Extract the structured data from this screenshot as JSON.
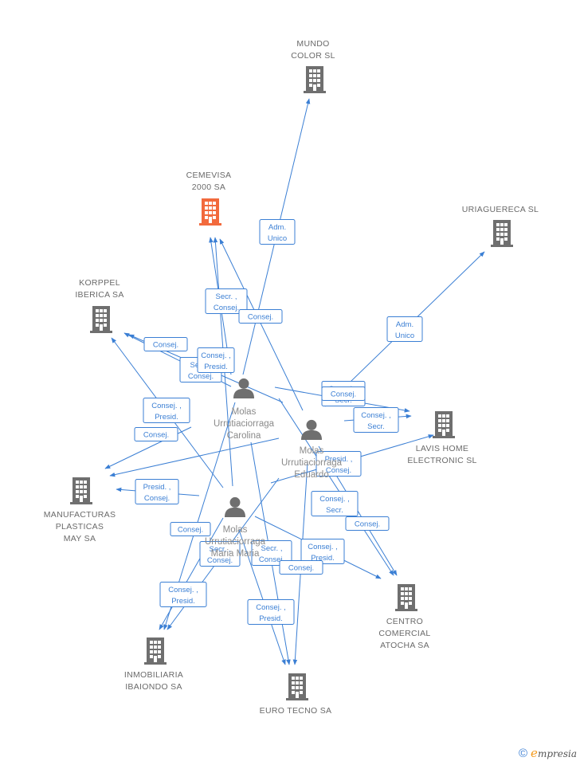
{
  "colors": {
    "edge": "#3b7fd4",
    "company": "#6f6f6f",
    "highlight": "#f26a3d",
    "person": "#6f6f6f"
  },
  "companies": [
    {
      "id": "mundo",
      "label": [
        "MUNDO",
        "COLOR SL"
      ],
      "highlight": false
    },
    {
      "id": "cemevisa",
      "label": [
        "CEMEVISA",
        "2000 SA"
      ],
      "highlight": true
    },
    {
      "id": "uriaguereca",
      "label": [
        "URIAGUERECA SL"
      ],
      "highlight": false
    },
    {
      "id": "korppel",
      "label": [
        "KORPPEL",
        "IBERICA SA"
      ],
      "highlight": false
    },
    {
      "id": "lavis",
      "label": [
        "LAVIS HOME",
        "ELECTRONIC SL"
      ],
      "highlight": false
    },
    {
      "id": "manufacturas",
      "label": [
        "MANUFACTURAS",
        "PLASTICAS",
        "MAY SA"
      ],
      "highlight": false
    },
    {
      "id": "centro",
      "label": [
        "CENTRO",
        "COMERCIAL",
        "ATOCHA SA"
      ],
      "highlight": false
    },
    {
      "id": "inmobiliaria",
      "label": [
        "INMOBILIARIA",
        "IBAIONDO SA"
      ],
      "highlight": false
    },
    {
      "id": "eurotecno",
      "label": [
        "EURO TECNO SA"
      ],
      "highlight": false
    }
  ],
  "persons": [
    {
      "id": "carolina",
      "label": [
        "Molas",
        "Urrutiaciorraga",
        "Carolina"
      ]
    },
    {
      "id": "eduardo",
      "label": [
        "Molas",
        "Urrutiaciorraga",
        "Eduardo"
      ]
    },
    {
      "id": "maria",
      "label": [
        "Molas",
        "Urrutiaciorraga",
        "Maria Maria"
      ]
    }
  ],
  "roles": [
    {
      "lines": [
        "Adm.",
        "Unico"
      ]
    },
    {
      "lines": [
        "Adm.",
        "Unico"
      ]
    },
    {
      "lines": [
        "Secr. ,",
        "Consej."
      ]
    },
    {
      "lines": [
        "Consej."
      ]
    },
    {
      "lines": [
        "Consej."
      ]
    },
    {
      "lines": [
        "Consej. ,",
        "Presid."
      ]
    },
    {
      "lines": [
        "Secr. ,",
        "Consej."
      ]
    },
    {
      "lines": [
        "Consej."
      ]
    },
    {
      "lines": [
        "Consej. ,",
        "Secr."
      ]
    },
    {
      "lines": [
        "Consej. ,",
        "Presid."
      ]
    },
    {
      "lines": [
        "Consej."
      ]
    },
    {
      "lines": [
        "Consej. ,",
        "Secr."
      ]
    },
    {
      "lines": [
        "Presid. ,",
        "Consej."
      ]
    },
    {
      "lines": [
        "Presid. ,",
        "Consej."
      ]
    },
    {
      "lines": [
        "Consej. ,",
        "Secr."
      ]
    },
    {
      "lines": [
        "Consej."
      ]
    },
    {
      "lines": [
        "Consej."
      ]
    },
    {
      "lines": [
        "Secr. ,",
        "Consej."
      ]
    },
    {
      "lines": [
        "Secr. ,",
        "Consej."
      ]
    },
    {
      "lines": [
        "Consej. ,",
        "Presid."
      ]
    },
    {
      "lines": [
        "Consej."
      ]
    },
    {
      "lines": [
        "Consej. ,",
        "Presid."
      ]
    },
    {
      "lines": [
        "Consej. ,",
        "Presid."
      ]
    }
  ],
  "footer": {
    "copyright": "©",
    "brand_first": "e",
    "brand_rest": "mpresia"
  }
}
